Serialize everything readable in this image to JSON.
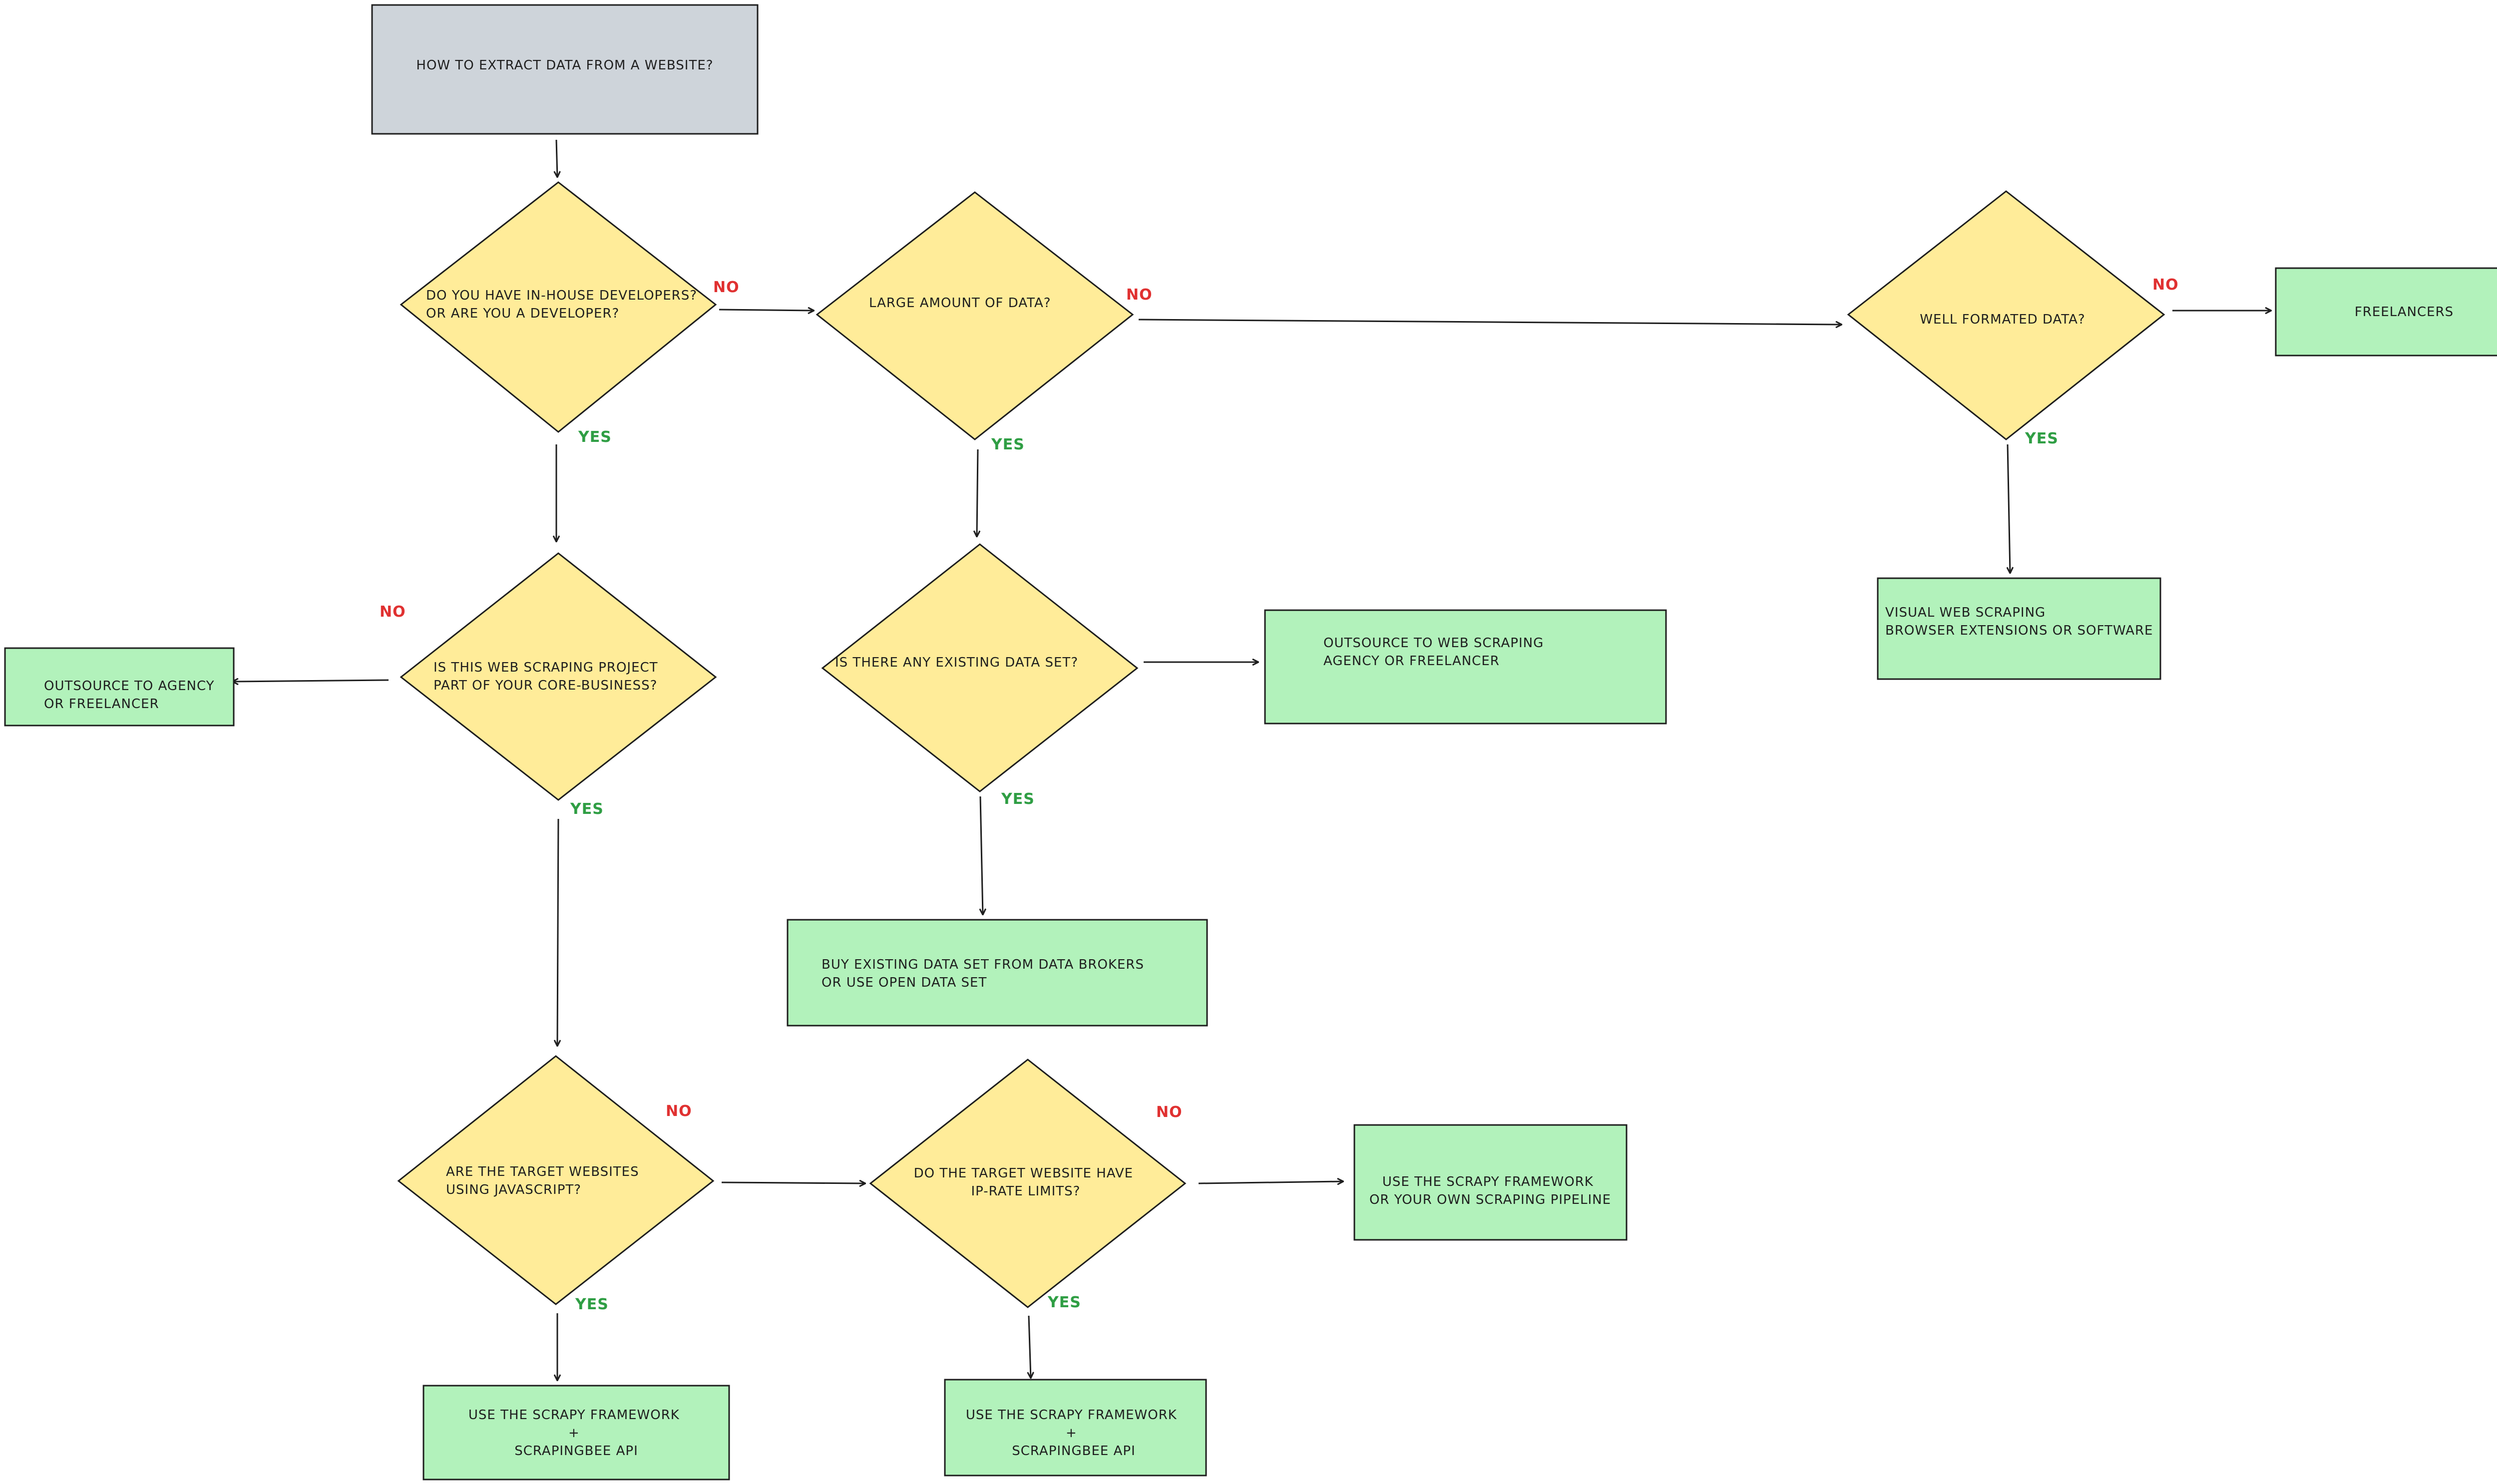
{
  "colors": {
    "title_fill": "#ced4da",
    "decision_fill": "#ffec99",
    "outcome_fill": "#b2f2bb",
    "no": "#e03131",
    "yes": "#2f9e44",
    "stroke": "#1e1e1e"
  },
  "title": [
    "HOW TO EXTRACT DATA FROM A WEBSITE?"
  ],
  "decisions": {
    "developers": [
      "DO YOU HAVE IN-HOUSE DEVELOPERS?",
      "OR ARE YOU A DEVELOPER?"
    ],
    "large_data": [
      "LARGE AMOUNT OF DATA?"
    ],
    "well_formatted": [
      "WELL FORMATED DATA?"
    ],
    "core_business": [
      "IS THIS WEB SCRAPING PROJECT",
      "PART OF YOUR CORE-BUSINESS?"
    ],
    "existing_dataset": [
      "IS THERE ANY EXISTING DATA SET?"
    ],
    "javascript": [
      "ARE THE TARGET WEBSITES",
      "USING JAVASCRIPT?"
    ],
    "ip_limits": [
      "DO THE TARGET WEBSITE HAVE",
      "IP-RATE LIMITS?"
    ]
  },
  "outcomes": {
    "freelancers": [
      "FREELANCERS"
    ],
    "visual_scraping": [
      "VISUAL WEB SCRAPING",
      "BROWSER EXTENSIONS OR SOFTWARE"
    ],
    "outsource_agency": [
      "OUTSOURCE TO AGENCY",
      "OR FREELANCER"
    ],
    "outsource_web": [
      "OUTSOURCE TO WEB SCRAPING",
      "AGENCY OR FREELANCER"
    ],
    "buy_dataset": [
      "BUY EXISTING DATA SET FROM DATA BROKERS",
      "OR USE OPEN DATA SET"
    ],
    "scrapy_pipeline": [
      "USE THE SCRAPY FRAMEWORK",
      "OR YOUR OWN SCRAPING PIPELINE"
    ],
    "scrapy_bee_1": [
      "USE THE SCRAPY FRAMEWORK",
      "+",
      "SCRAPINGBEE API"
    ],
    "scrapy_bee_2": [
      "USE THE SCRAPY FRAMEWORK",
      "+",
      "SCRAPINGBEE API"
    ]
  },
  "annotations": {
    "no": "NO",
    "yes": "YES"
  }
}
